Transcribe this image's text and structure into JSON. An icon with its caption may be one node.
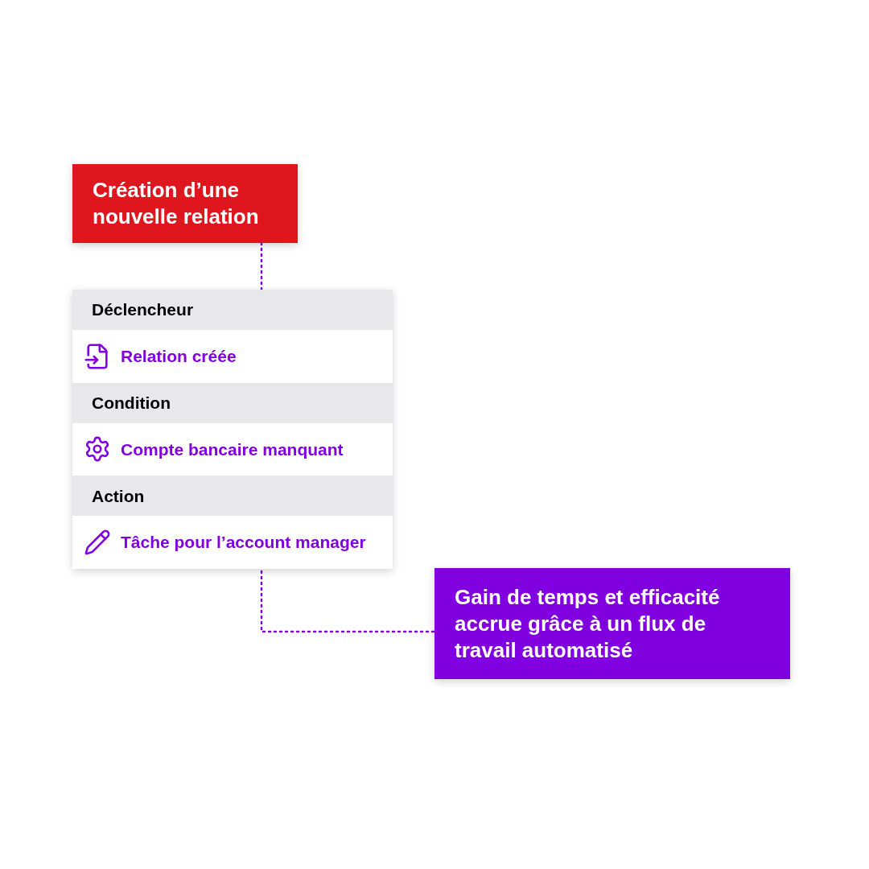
{
  "diagram": {
    "nodes": [
      {
        "text": [
          "Création d’une nouvelle relation"
        ]
      },
      {
        "text": [],
        "shape": "box"
      },
      {
        "text": [
          "Déclencheur"
        ],
        "in": 1
      },
      {
        "text": [
          "Relation créée"
        ],
        "in": 1
      },
      {
        "text": [
          "Condition"
        ],
        "in": 1
      },
      {
        "text": [
          "Compte bancaire manquant"
        ],
        "in": 1
      },
      {
        "text": [
          "Action"
        ],
        "in": 1
      },
      {
        "text": [
          "Tâche pour l’account manager"
        ],
        "in": 1
      },
      {
        "text": [
          "Gain de temps et efficacité accrue grâce à un flux de travail automatisé"
        ]
      }
    ],
    "edges": [
      {
        "from": 0,
        "to": 1,
        "arrow": "none",
        "style": "dashed"
      },
      {
        "from": 1,
        "to": 8,
        "arrow": "none",
        "style": "dashed"
      }
    ]
  }
}
